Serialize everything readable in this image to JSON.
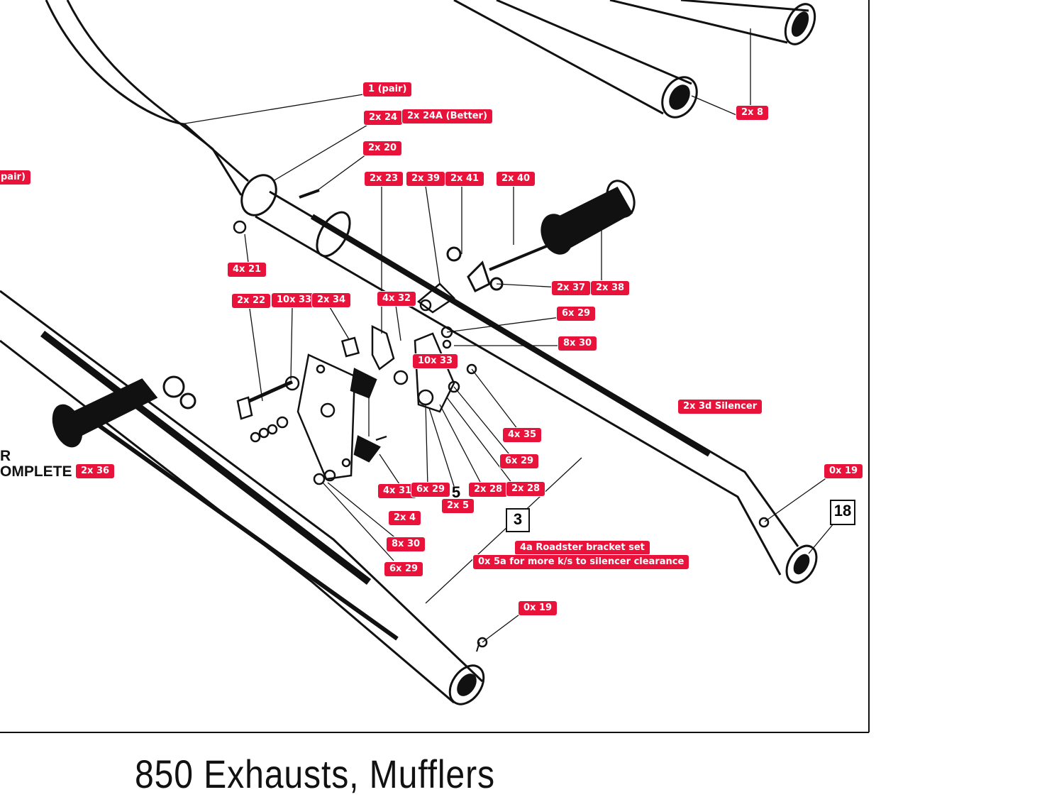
{
  "title": "850 Exhausts, Mufflers",
  "accent_color": "#e8123a",
  "side_text": [
    "R",
    "OMPLETE"
  ],
  "box_numbers": [
    "5",
    "3",
    "18"
  ],
  "labels": {
    "l1": "1 (pair)",
    "l2": "2x 24",
    "l3": "2x 24A (Better)",
    "l4": "2x 20",
    "l5": "pair)",
    "l6": "2x 23",
    "l7": "2x 39",
    "l8": "2x 41",
    "l9": "2x 40",
    "l10": "2x 8",
    "l11": "4x 21",
    "l12": "2x 37",
    "l13": "2x 38",
    "l14": "2x 22",
    "l15": "10x 33",
    "l16": "2x 34",
    "l17": "4x 32",
    "l18": "6x 29",
    "l19": "8x 30",
    "l20": "10x 33",
    "l21": "2x 3d Silencer",
    "l22": "4x 35",
    "l23": "6x 29",
    "l24": "0x 19",
    "l25": "2x 36",
    "l26": "4x 31",
    "l27": "6x 29",
    "l28": "2x 5",
    "l29": "2x 28",
    "l30": "2x 28",
    "l31": "2x 4",
    "l32": "8x 30",
    "l33": "4a Roadster bracket set",
    "l34": "0x 5a for more k/s to silencer clearance",
    "l35": "6x 29",
    "l36": "0x 19"
  }
}
